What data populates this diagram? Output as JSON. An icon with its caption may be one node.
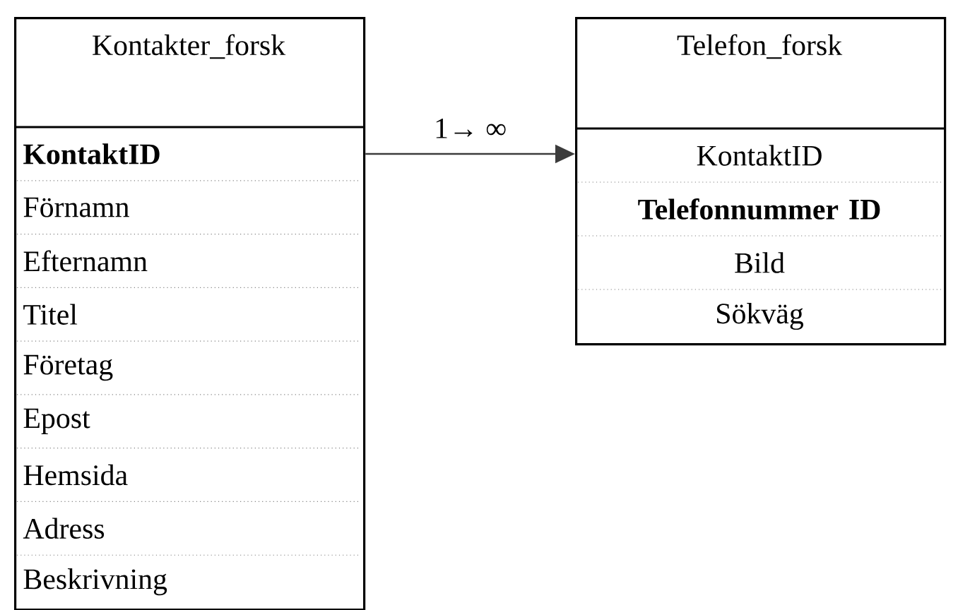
{
  "diagram": {
    "nodes": [
      {
        "text": [
          "Kontakter_forsk"
        ]
      },
      {
        "text": [
          "KontaktID"
        ],
        "in": 0
      },
      {
        "text": [
          "Förnamn"
        ],
        "in": 0
      },
      {
        "text": [
          "Efternamn"
        ],
        "in": 0
      },
      {
        "text": [
          "Titel"
        ],
        "in": 0
      },
      {
        "text": [
          "Företag"
        ],
        "in": 0
      },
      {
        "text": [
          "Epost"
        ],
        "in": 0
      },
      {
        "text": [
          "Hemsida"
        ],
        "in": 0
      },
      {
        "text": [
          "Adress"
        ],
        "in": 0
      },
      {
        "text": [
          "Beskrivning"
        ],
        "in": 0
      },
      {
        "text": [
          "Telefon_forsk"
        ]
      },
      {
        "text": [
          "KontaktID"
        ],
        "in": 10
      },
      {
        "text": [
          "Telefonnummer ID"
        ],
        "in": 10
      },
      {
        "text": [
          "Bild"
        ],
        "in": 10
      },
      {
        "text": [
          "Sökväg"
        ],
        "in": 10
      }
    ],
    "edges": [
      {
        "from": 0,
        "to": 10,
        "arrow": "to",
        "label": "1→ ∞"
      }
    ]
  }
}
